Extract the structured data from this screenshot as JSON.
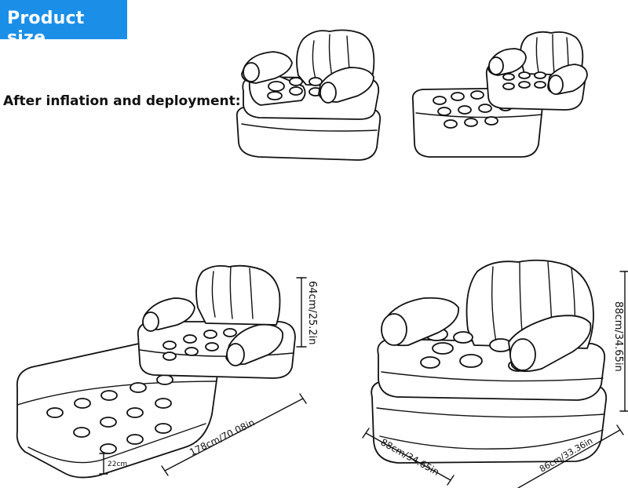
{
  "banner": {
    "title": "Product size",
    "color": "#1b8fe8"
  },
  "subtitle": "After inflation and deployment:",
  "dimensions": {
    "height_small": "64cm/25.2in",
    "length_bed": "178cm/70.08in",
    "thickness": "22cm",
    "height_chair": "88cm/34.65in",
    "width_chair": "88cm/34.65in",
    "depth_chair": "86cm/33.36in"
  }
}
